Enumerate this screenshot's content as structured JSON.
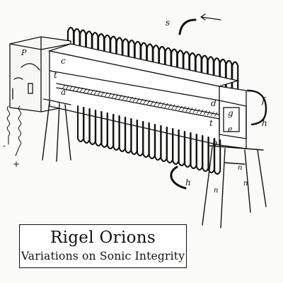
{
  "cover": {
    "artist": "Rigel Orions",
    "album": "Variations on Sonic Integrity"
  },
  "illustration": {
    "letters": {
      "s": "s",
      "c": "c",
      "t": "t",
      "a": "a",
      "d": "d",
      "b": "b",
      "g": "g",
      "f": "f",
      "h": "h",
      "e": "e",
      "n": "n",
      "P": "P",
      "plus": "+",
      "minus": "-"
    }
  },
  "colors": {
    "ink": "#111111",
    "paper": "#fbfbf9"
  }
}
